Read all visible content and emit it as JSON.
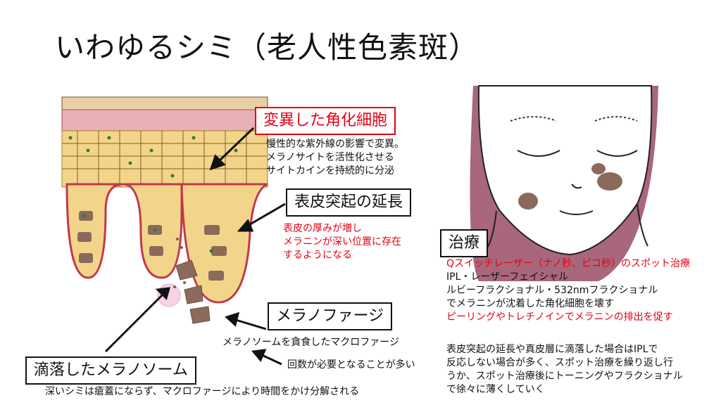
{
  "title": "いわゆるシミ（老人性色素斑）",
  "labels": {
    "keratinocyte": "変異した角化細胞",
    "rete_ridge": "表皮突起の延長",
    "melanophage": "メラノファージ",
    "dropped_melanosome": "滴落したメラノソーム",
    "treatment": "治療"
  },
  "notes": {
    "keratinocyte": [
      "慢性的な紫外線の影響で変異。",
      "メラノサイトを活性化させる",
      "サイトカインを持続的に分泌"
    ],
    "rete_ridge": [
      "表皮の厚みが増し",
      "メラニンが深い位置に存在",
      "するようになる"
    ],
    "melanophage": "メラノソームを貪食したマクロファージ",
    "often_needed": "回数が必要となることが多い",
    "deep_spots": "深いシミは瘡蓋にならず、マクロファージにより時間をかけ分解される"
  },
  "treatment_lines": [
    {
      "text": "Qスイッチレーザー（ナノ秒、ピコ秒）のスポット治療",
      "color": "#e60012"
    },
    {
      "text": "IPL・レーザーフェイシャル",
      "color": "#111111"
    },
    {
      "text": "ルビーフラクショナル・532nmフラクショナル",
      "color": "#111111"
    },
    {
      "text": "でメラニンが沈着した角化細胞を壊す",
      "color": "#111111"
    },
    {
      "text": "ピーリングやトレチノインでメラニンの排出を促す",
      "color": "#e60012"
    }
  ],
  "treatment_note": [
    "表皮突起の延長や真皮層に滴落した場合はIPLで",
    "反応しない場合が多く、スポット治療を繰り返し行",
    "うか、スポット治療後にトーニングやフラクショナル",
    "で徐々に薄くしていく"
  ],
  "colors": {
    "accent_red": "#e60012",
    "skin_cell": "#f5d98c",
    "cell_border": "#c0394b",
    "melanin": "#8b6a5c"
  }
}
